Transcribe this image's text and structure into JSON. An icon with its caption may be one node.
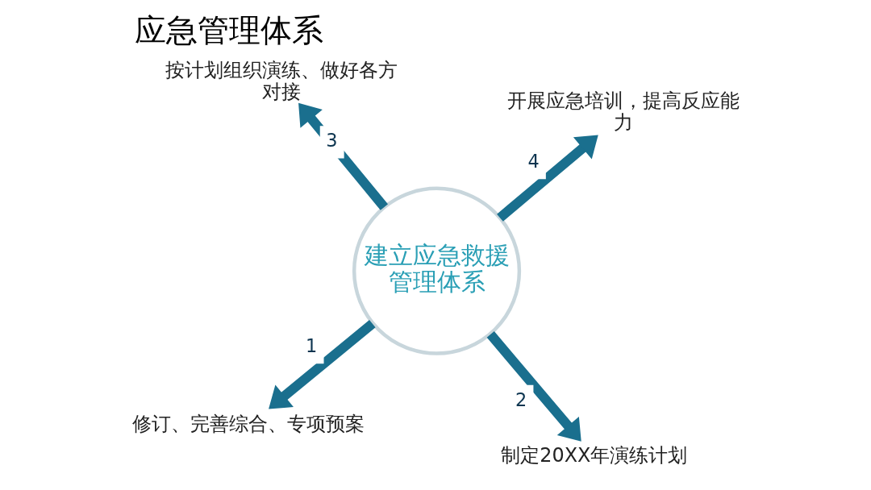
{
  "diagram": {
    "title": "应急管理体系",
    "nodes": [
      {
        "text": [
          "修订、完善综合、专项预案"
        ]
      },
      {
        "text": [
          "制定20XX年演练计划"
        ]
      },
      {
        "text": [
          "建立应急救援管理体系"
        ]
      },
      {
        "text": [
          "按计划组织演练、做好各方对接"
        ]
      },
      {
        "text": [
          "开展应急培训，提高反应能力"
        ]
      }
    ],
    "edges": [
      {
        "from": 2,
        "to": 0,
        "arrow": "to",
        "label": "1"
      },
      {
        "from": 2,
        "to": 1,
        "arrow": "to",
        "label": "2"
      },
      {
        "from": 2,
        "to": 3,
        "arrow": "to",
        "label": "3"
      },
      {
        "from": 2,
        "to": 4,
        "arrow": "to",
        "label": "4"
      }
    ]
  }
}
